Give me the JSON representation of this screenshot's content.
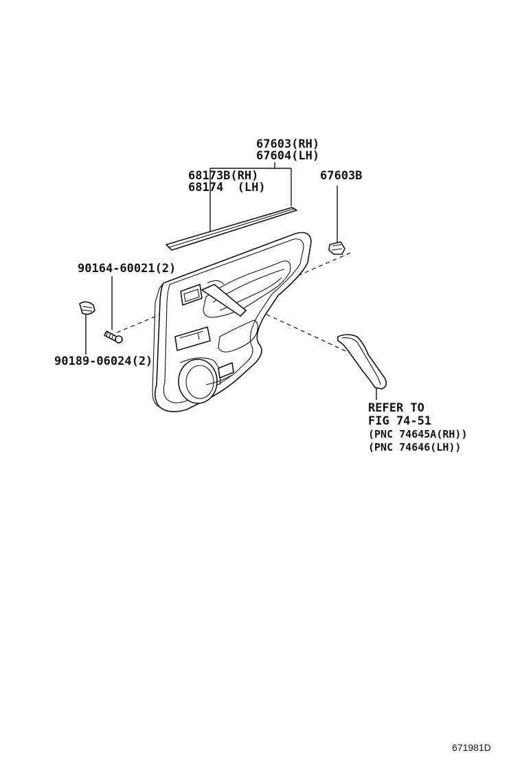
{
  "labels": {
    "weatherstrip_assy_rh": "67603(RH)",
    "weatherstrip_assy_lh": "67604(LH)",
    "weatherstrip_rh": "68173B(RH)",
    "weatherstrip_lh": "68174  (LH)",
    "clip_part": "67603B",
    "screw": "90164-60021(2)",
    "clip": "90189-06024(2)",
    "refer_line1": "REFER TO",
    "refer_line2": "FIG 74-51",
    "refer_line3": "(PNC 74645A(RH))",
    "refer_line4": "(PNC 74646(LH))"
  },
  "figure_code": "671981D"
}
